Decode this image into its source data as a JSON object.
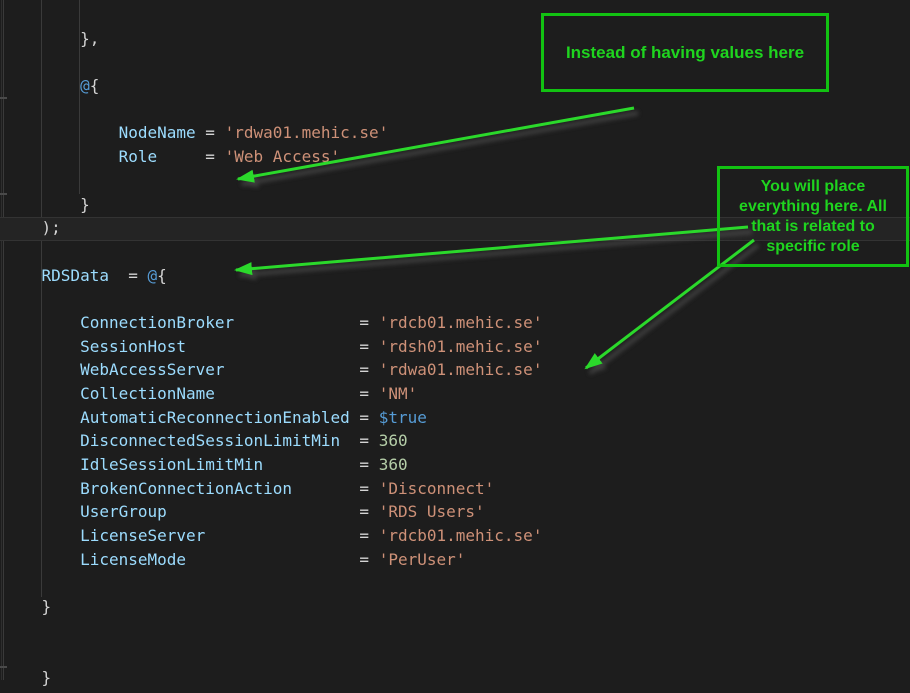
{
  "editor": {
    "background_color": "#1d1d1d",
    "current_line_color": "#242424",
    "indent_guide_color": "#3a3a3a"
  },
  "code": {
    "palette": {
      "pln": "#d4d4d4",
      "prop": "#9cdcfe",
      "str": "#ce9178",
      "num": "#b5cea8",
      "kw": "#569cd6"
    },
    "lines": [
      [],
      [
        [
          "pln",
          "        },"
        ]
      ],
      [],
      [
        [
          "pln",
          "        "
        ],
        [
          "kw",
          "@"
        ],
        [
          "pln",
          "{"
        ]
      ],
      [],
      [
        [
          "pln",
          "            "
        ],
        [
          "prop",
          "NodeName"
        ],
        [
          "pln",
          " = "
        ],
        [
          "str",
          "'rdwa01.mehic.se'"
        ]
      ],
      [
        [
          "pln",
          "            "
        ],
        [
          "prop",
          "Role"
        ],
        [
          "pln",
          "     = "
        ],
        [
          "str",
          "'Web Access'"
        ]
      ],
      [],
      [
        [
          "pln",
          "        }"
        ]
      ],
      [
        [
          "pln",
          "    );"
        ]
      ],
      [],
      [
        [
          "pln",
          "    "
        ],
        [
          "prop",
          "RDSData"
        ],
        [
          "pln",
          "  = "
        ],
        [
          "kw",
          "@"
        ],
        [
          "pln",
          "{"
        ]
      ],
      [],
      [
        [
          "pln",
          "        "
        ],
        [
          "prop",
          "ConnectionBroker"
        ],
        [
          "pln",
          "             = "
        ],
        [
          "str",
          "'rdcb01.mehic.se'"
        ]
      ],
      [
        [
          "pln",
          "        "
        ],
        [
          "prop",
          "SessionHost"
        ],
        [
          "pln",
          "                  = "
        ],
        [
          "str",
          "'rdsh01.mehic.se'"
        ]
      ],
      [
        [
          "pln",
          "        "
        ],
        [
          "prop",
          "WebAccessServer"
        ],
        [
          "pln",
          "              = "
        ],
        [
          "str",
          "'rdwa01.mehic.se'"
        ]
      ],
      [
        [
          "pln",
          "        "
        ],
        [
          "prop",
          "CollectionName"
        ],
        [
          "pln",
          "               = "
        ],
        [
          "str",
          "'NM'"
        ]
      ],
      [
        [
          "pln",
          "        "
        ],
        [
          "prop",
          "AutomaticReconnectionEnabled"
        ],
        [
          "pln",
          " = "
        ],
        [
          "kw",
          "$true"
        ]
      ],
      [
        [
          "pln",
          "        "
        ],
        [
          "prop",
          "DisconnectedSessionLimitMin"
        ],
        [
          "pln",
          "  = "
        ],
        [
          "num",
          "360"
        ]
      ],
      [
        [
          "pln",
          "        "
        ],
        [
          "prop",
          "IdleSessionLimitMin"
        ],
        [
          "pln",
          "          = "
        ],
        [
          "num",
          "360"
        ]
      ],
      [
        [
          "pln",
          "        "
        ],
        [
          "prop",
          "BrokenConnectionAction"
        ],
        [
          "pln",
          "       = "
        ],
        [
          "str",
          "'Disconnect'"
        ]
      ],
      [
        [
          "pln",
          "        "
        ],
        [
          "prop",
          "UserGroup"
        ],
        [
          "pln",
          "                    = "
        ],
        [
          "str",
          "'RDS Users'"
        ]
      ],
      [
        [
          "pln",
          "        "
        ],
        [
          "prop",
          "LicenseServer"
        ],
        [
          "pln",
          "                = "
        ],
        [
          "str",
          "'rdcb01.mehic.se'"
        ]
      ],
      [
        [
          "pln",
          "        "
        ],
        [
          "prop",
          "LicenseMode"
        ],
        [
          "pln",
          "                  = "
        ],
        [
          "str",
          "'PerUser'"
        ]
      ],
      [],
      [
        [
          "pln",
          "    }"
        ]
      ],
      [],
      [],
      [
        [
          "pln",
          "    }"
        ]
      ]
    ]
  },
  "annotations": {
    "green_border_color": "#12c212",
    "green_text_color": "#1fd41f",
    "arrow_color": "#2bd92b",
    "box1_label": "Instead of having values here",
    "box2_lines": [
      "You will place",
      "everything here. All",
      "that is related to",
      "specific role"
    ]
  }
}
